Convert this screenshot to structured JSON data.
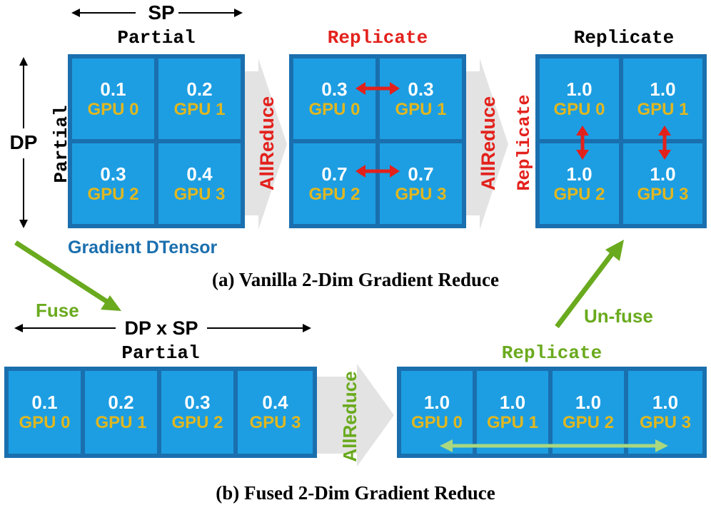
{
  "colors": {
    "grid_border": "#1a6fae",
    "cell_fill": "#1d9ee2",
    "value_text": "#ffffff",
    "gpu_text": "#e0b720",
    "red": "#e3211c",
    "green": "#6aaa1e",
    "light_green": "#a9d87f",
    "arrow_gray": "#e3e3e3"
  },
  "top": {
    "sp_label": "SP",
    "dp_label": "DP",
    "grid1": {
      "header": "Partial",
      "side_label": "Partial",
      "caption": "Gradient DTensor",
      "cells": [
        {
          "value": "0.1",
          "gpu": "GPU 0"
        },
        {
          "value": "0.2",
          "gpu": "GPU 1"
        },
        {
          "value": "0.3",
          "gpu": "GPU 2"
        },
        {
          "value": "0.4",
          "gpu": "GPU 3"
        }
      ]
    },
    "op1": "AllReduce",
    "grid2": {
      "header": "Replicate",
      "cells": [
        {
          "value": "0.3",
          "gpu": "GPU 0"
        },
        {
          "value": "0.3",
          "gpu": "GPU 1"
        },
        {
          "value": "0.7",
          "gpu": "GPU 2"
        },
        {
          "value": "0.7",
          "gpu": "GPU 3"
        }
      ]
    },
    "op2": "AllReduce",
    "grid3": {
      "header": "Replicate",
      "side_label": "Replicate",
      "cells": [
        {
          "value": "1.0",
          "gpu": "GPU 0"
        },
        {
          "value": "1.0",
          "gpu": "GPU 1"
        },
        {
          "value": "1.0",
          "gpu": "GPU 2"
        },
        {
          "value": "1.0",
          "gpu": "GPU 3"
        }
      ]
    },
    "subtitle": "(a) Vanilla 2-Dim Gradient Reduce"
  },
  "middle": {
    "fuse_label": "Fuse",
    "unfuse_label": "Un-fuse"
  },
  "bottom": {
    "dpsp_label": "DP x SP",
    "row1": {
      "header": "Partial",
      "cells": [
        {
          "value": "0.1",
          "gpu": "GPU 0"
        },
        {
          "value": "0.2",
          "gpu": "GPU 1"
        },
        {
          "value": "0.3",
          "gpu": "GPU 2"
        },
        {
          "value": "0.4",
          "gpu": "GPU 3"
        }
      ]
    },
    "op": "AllReduce",
    "row2": {
      "header": "Replicate",
      "cells": [
        {
          "value": "1.0",
          "gpu": "GPU 0"
        },
        {
          "value": "1.0",
          "gpu": "GPU 1"
        },
        {
          "value": "1.0",
          "gpu": "GPU 2"
        },
        {
          "value": "1.0",
          "gpu": "GPU 3"
        }
      ]
    },
    "subtitle": "(b) Fused 2-Dim Gradient Reduce"
  }
}
